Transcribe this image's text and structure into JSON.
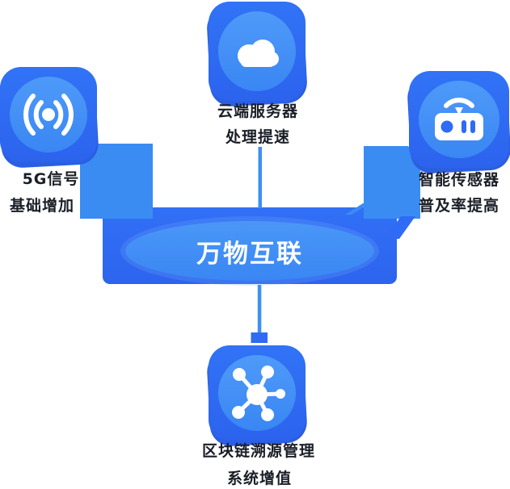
{
  "diagram": {
    "center": {
      "title": "万物互联"
    },
    "nodes": [
      {
        "id": "cloud-server",
        "icon": "cloud-icon",
        "position": "top",
        "labels": [
          "云端服务器",
          "处理提速"
        ]
      },
      {
        "id": "5g-signal",
        "icon": "signal-icon",
        "position": "left",
        "labels": [
          "5G信号",
          "基础增加"
        ]
      },
      {
        "id": "smart-sensor",
        "icon": "sensor-icon",
        "position": "right",
        "labels": [
          "智能传感器",
          "普及率提高"
        ]
      },
      {
        "id": "blockchain",
        "icon": "network-icon",
        "position": "bottom",
        "labels": [
          "区块链溯源管理",
          "系统增值"
        ]
      }
    ],
    "colors": {
      "primary_blue": "#2F6BF4",
      "light_blue": "#3E8EF5",
      "back_plate_blue": "#2A5FE0",
      "text_dark": "#1A1E27",
      "title_white": "#FFFFFF",
      "background": "#FFFFFF"
    }
  }
}
